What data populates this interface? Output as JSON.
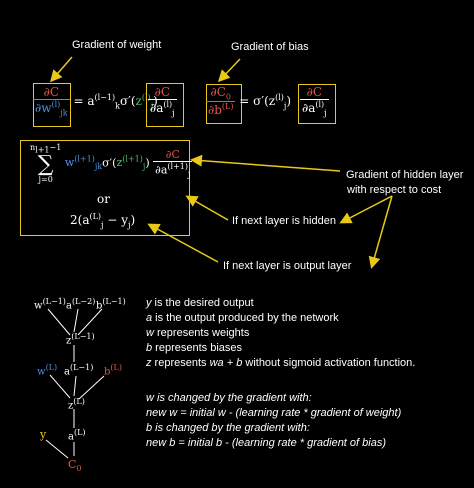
{
  "labels": {
    "gradient_weight": "Gradient of weight",
    "gradient_bias": "Gradient of bias",
    "gradient_hidden": "Gradient of hidden layer",
    "gradient_hidden_2": "with respect to cost",
    "if_hidden": "If next layer is hidden",
    "if_output": "If next layer is output layer",
    "or": "or"
  },
  "definitions": [
    {
      "var": "y",
      "text": " is the desired output"
    },
    {
      "var": "a",
      "text": "  is the output produced by the network"
    },
    {
      "var": "w",
      "text": " represents weights"
    },
    {
      "var": "b",
      "text": " represents biases"
    },
    {
      "var": "z",
      "text": " represents ",
      "extra_italic": "wa + b",
      "tail": " without sigmoid activation function."
    }
  ],
  "update_rules": [
    {
      "text": "w is changed by the gradient with:",
      "italic": true
    },
    {
      "text": "new w = initial w - (learning rate * gradient of weight)",
      "italic": true
    },
    {
      "text": "b is changed by the gradient with:",
      "italic": true
    },
    {
      "text": "new b = initial b - (learning rate * gradient of bias)",
      "italic": true
    }
  ],
  "colors": {
    "box": "#e8c91a",
    "red": "#e8534a",
    "blue": "#4f8fe0",
    "green": "#4fbf6a"
  }
}
